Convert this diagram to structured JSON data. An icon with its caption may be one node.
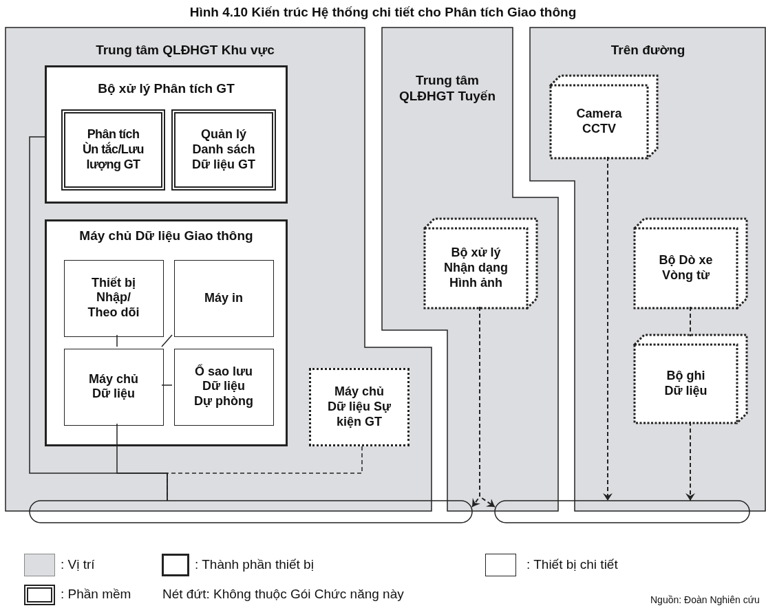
{
  "diagram": {
    "title": "Hình 4.10 Kiến trúc Hệ thống chi tiết cho Phân tích Giao thông",
    "nodes": [
      {
        "text": [
          "Trung tâm QLĐHGT Khu vực"
        ]
      },
      {
        "text": [
          "Bộ xử lý Phân tích GT"
        ],
        "in": 0
      },
      {
        "text": [
          "Phân tích Ùn tắc/Lưu lượng GT"
        ],
        "in": 1
      },
      {
        "text": [
          "Quản lý Danh sách Dữ liệu GT"
        ],
        "in": 1
      },
      {
        "text": [
          "Máy chủ Dữ liệu Giao thông"
        ],
        "in": 0
      },
      {
        "text": [
          "Thiết bị Nhập/ Theo dõi"
        ],
        "in": 4
      },
      {
        "text": [
          "Máy in"
        ],
        "in": 4
      },
      {
        "text": [
          "Máy chủ Dữ liệu"
        ],
        "in": 4
      },
      {
        "text": [
          "Ổ sao lưu Dữ liệu Dự phòng"
        ],
        "in": 4
      },
      {
        "text": [
          "Máy chủ Dữ liệu Sự kiện GT"
        ],
        "in": 0
      },
      {
        "text": [
          "Trung tâm QLĐHGT Tuyến"
        ]
      },
      {
        "text": [
          "Bộ xử lý Nhận dạng Hình ảnh"
        ],
        "in": 10
      },
      {
        "text": [
          "Trên đường"
        ]
      },
      {
        "text": [
          "Camera CCTV"
        ],
        "in": 12
      },
      {
        "text": [
          "Bộ Dò xe Vòng từ"
        ],
        "in": 12
      },
      {
        "text": [
          "Bộ ghi Dữ liệu"
        ],
        "in": 12
      },
      {
        "text": [],
        "shape": "bar"
      },
      {
        "text": [],
        "shape": "bar"
      }
    ],
    "edges": [
      {
        "from": 1,
        "to": 16,
        "arrow": "none"
      },
      {
        "from": 5,
        "to": 7,
        "arrow": "none"
      },
      {
        "from": 6,
        "to": 7,
        "arrow": "none"
      },
      {
        "from": 7,
        "to": 8,
        "arrow": "none"
      },
      {
        "from": 7,
        "to": 16,
        "arrow": "none"
      },
      {
        "from": 9,
        "to": 16,
        "arrow": "none",
        "style": "dashed"
      },
      {
        "from": 11,
        "to": 16,
        "arrow": "to",
        "style": "dashed"
      },
      {
        "from": 11,
        "to": 17,
        "arrow": "to",
        "style": "dashed"
      },
      {
        "from": 13,
        "to": 17,
        "arrow": "to",
        "style": "dashed"
      },
      {
        "from": 14,
        "to": 15,
        "arrow": "none",
        "style": "dashed"
      },
      {
        "from": 15,
        "to": 17,
        "arrow": "to",
        "style": "dashed"
      }
    ],
    "labels": [
      "Nét đứt: Không thuộc Gói Chức năng này",
      "Nguồn: Đoàn Nghiên cứu"
    ],
    "legend": [
      {
        "text": ": Vị trí",
        "color": "#dcdde0"
      },
      {
        "text": ": Thành phần thiết bị"
      },
      {
        "text": ": Thiết bị chi tiết"
      },
      {
        "text": ": Phần mềm"
      }
    ]
  }
}
